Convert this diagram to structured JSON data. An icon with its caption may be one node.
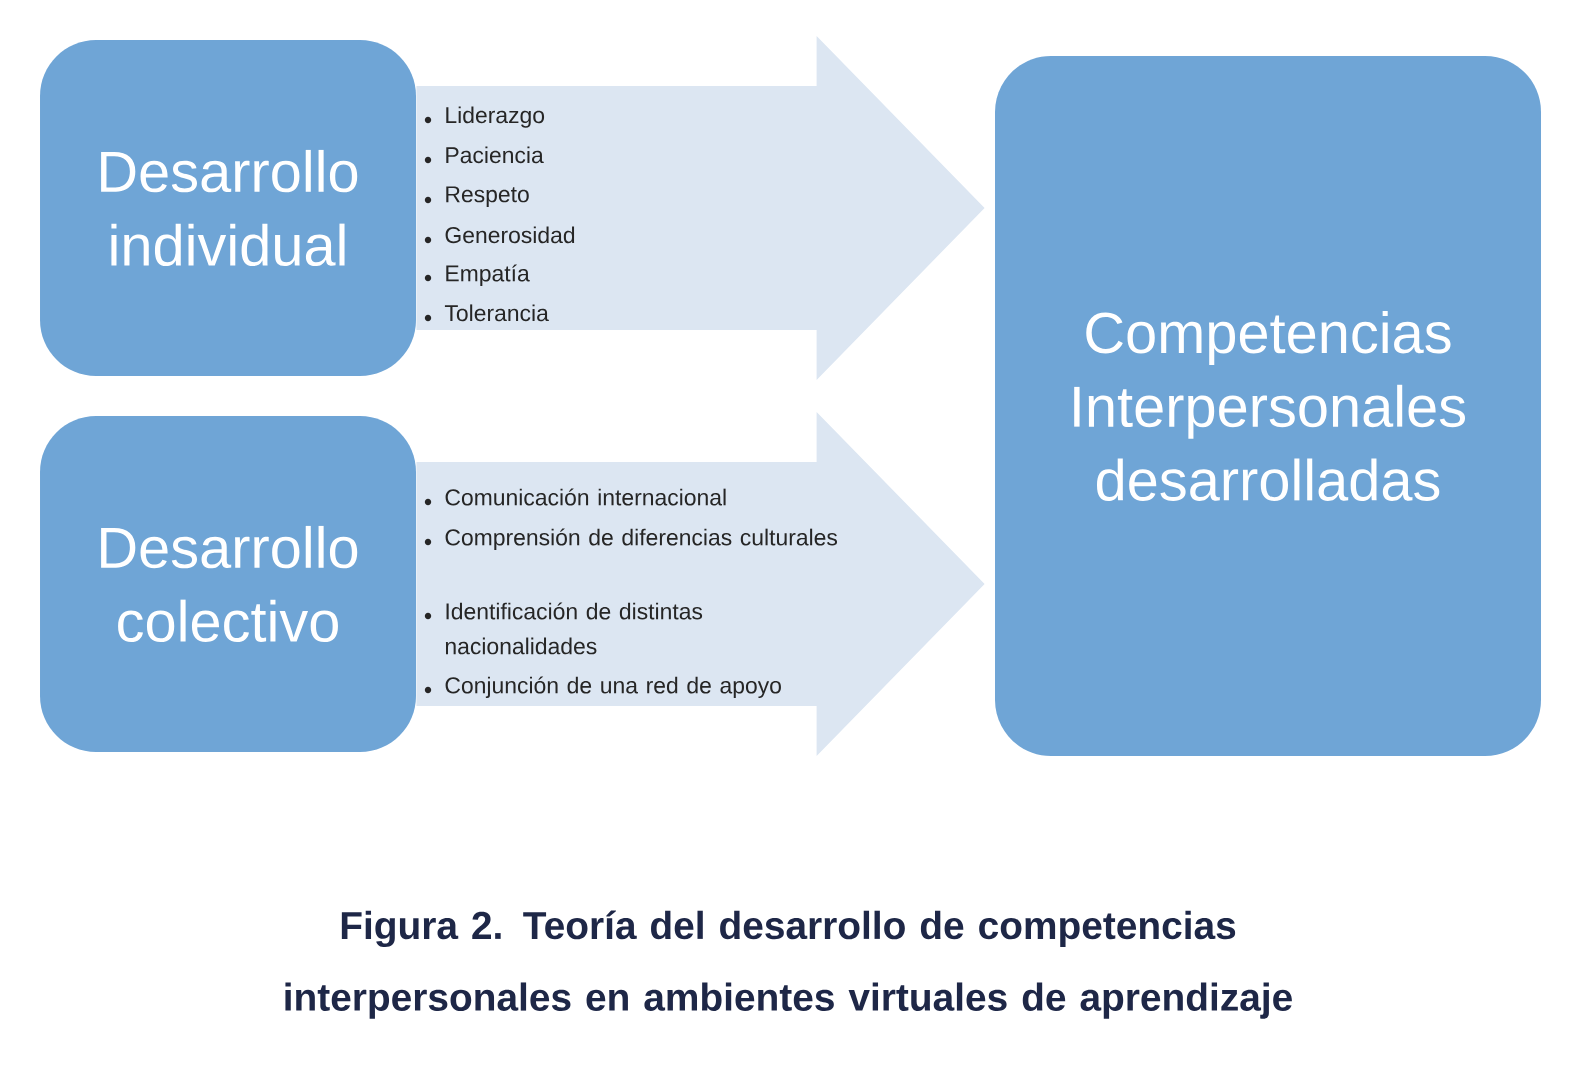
{
  "diagram": {
    "caption": "Figura 2. Teoría del desarrollo de competencias interpersonales en ambientes virtuales de aprendizaje",
    "nodes": [
      {
        "text": [
          "Desarrollo individual"
        ]
      },
      {
        "text": [
          "Desarrollo colectivo"
        ]
      },
      {
        "text": [
          "Competencias Interpersonales desarrolladas"
        ]
      }
    ],
    "edges": [
      {
        "from": 0,
        "to": 2,
        "arrow": "to"
      },
      {
        "from": 1,
        "to": 2,
        "arrow": "to"
      }
    ],
    "labels": [
      "Liderazgo",
      "Paciencia",
      "Respeto",
      "Generosidad",
      "Empatía",
      "Tolerancia",
      "Comunicación internacional",
      "Comprensión de diferencias culturales",
      "Identificación de distintas nacionalidades",
      "Conjunción de una red de apoyo"
    ]
  }
}
